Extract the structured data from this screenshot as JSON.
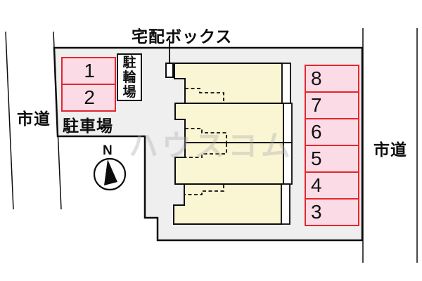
{
  "plan": {
    "delivery_box_label": "宅配ボックス",
    "bicycle_parking_label": "駐輪場",
    "parking_lot_label": "駐車場",
    "road_left_label": "市道",
    "road_right_label": "市道",
    "compass_north_label": "N",
    "watermark_text": "ハウスコム"
  },
  "parking": {
    "left_spaces": [
      {
        "number": "1"
      },
      {
        "number": "2"
      }
    ],
    "right_spaces": [
      {
        "number": "8"
      },
      {
        "number": "7"
      },
      {
        "number": "6"
      },
      {
        "number": "5"
      },
      {
        "number": "4"
      },
      {
        "number": "3"
      }
    ]
  },
  "colors": {
    "site_fill": "#EFEFEF",
    "building_fill": "#FAF5D3",
    "balcony_fill": "#FFFFFF",
    "parking_space_fill": "#FBDCE6",
    "parking_space_border": "#E4262C",
    "outline": "#0D0D0D"
  }
}
